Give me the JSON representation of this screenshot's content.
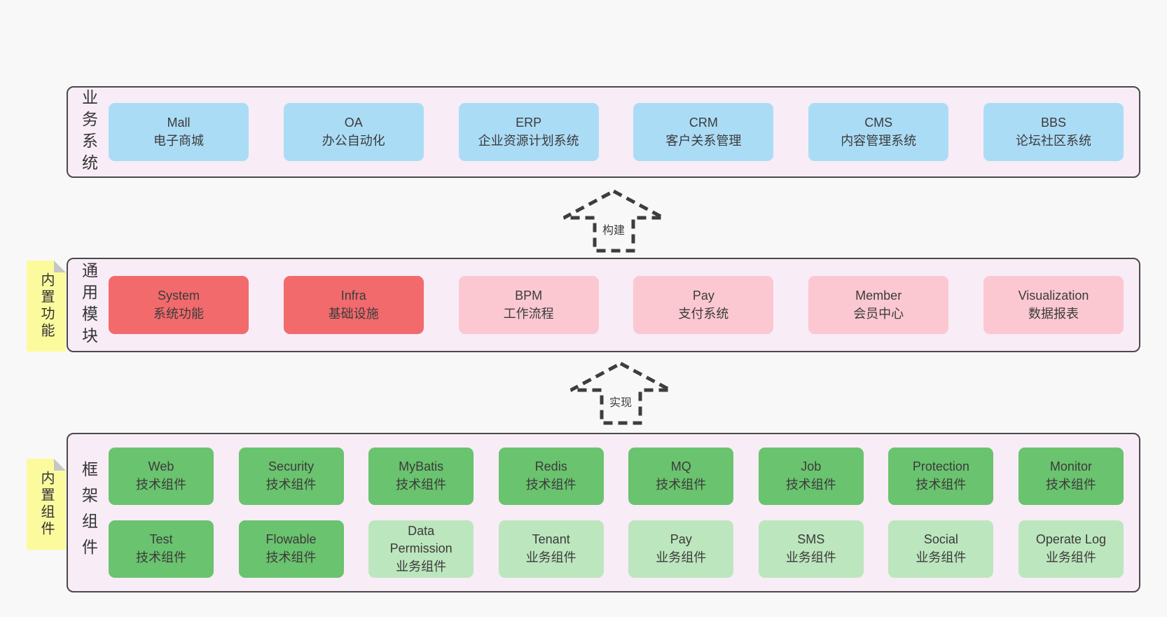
{
  "palette": {
    "page_bg": "#f8f8f8",
    "band_bg": "#f8ecf6",
    "band_border": "#4a4a4a",
    "blue_box": "#abdcf6",
    "red_box": "#f26a6c",
    "pink_box": "#fbc8d1",
    "green_box": "#6ac36e",
    "light_green_box": "#bce6bd",
    "sticky_yellow": "#fbfb9e",
    "sticky_fold_gray": "#c6c6c6",
    "text": "#3b3b3b",
    "arrow_dash": "#3d3d3d"
  },
  "bands": {
    "business": {
      "label": "业务系统",
      "boxes": [
        {
          "name": "Mall",
          "subtitle": "电子商城",
          "type": "blue"
        },
        {
          "name": "OA",
          "subtitle": "办公自动化",
          "type": "blue"
        },
        {
          "name": "ERP",
          "subtitle": "企业资源计划系统",
          "type": "blue"
        },
        {
          "name": "CRM",
          "subtitle": "客户关系管理",
          "type": "blue"
        },
        {
          "name": "CMS",
          "subtitle": "内容管理系统",
          "type": "blue"
        },
        {
          "name": "BBS",
          "subtitle": "论坛社区系统",
          "type": "blue"
        }
      ]
    },
    "modules": {
      "label": "通用模块",
      "sticky": "内置功能",
      "boxes": [
        {
          "name": "System",
          "subtitle": "系统功能",
          "type": "red"
        },
        {
          "name": "Infra",
          "subtitle": "基础设施",
          "type": "red"
        },
        {
          "name": "BPM",
          "subtitle": "工作流程",
          "type": "pink"
        },
        {
          "name": "Pay",
          "subtitle": "支付系统",
          "type": "pink"
        },
        {
          "name": "Member",
          "subtitle": "会员中心",
          "type": "pink"
        },
        {
          "name": "Visualization",
          "subtitle": "数据报表",
          "type": "pink"
        }
      ]
    },
    "components": {
      "label": "框架组件",
      "sticky": "内置组件",
      "rows": {
        "row1": [
          {
            "name": "Web",
            "subtitle": "技术组件",
            "type": "green"
          },
          {
            "name": "Security",
            "subtitle": "技术组件",
            "type": "green"
          },
          {
            "name": "MyBatis",
            "subtitle": "技术组件",
            "type": "green"
          },
          {
            "name": "Redis",
            "subtitle": "技术组件",
            "type": "green"
          },
          {
            "name": "MQ",
            "subtitle": "技术组件",
            "type": "green"
          },
          {
            "name": "Job",
            "subtitle": "技术组件",
            "type": "green"
          },
          {
            "name": "Protection",
            "subtitle": "技术组件",
            "type": "green"
          },
          {
            "name": "Monitor",
            "subtitle": "技术组件",
            "type": "green"
          }
        ],
        "row2": [
          {
            "name": "Test",
            "subtitle": "技术组件",
            "type": "green"
          },
          {
            "name": "Flowable",
            "subtitle": "技术组件",
            "type": "green"
          },
          {
            "name": "Data Permission",
            "subtitle": "业务组件",
            "type": "green-light"
          },
          {
            "name": "Tenant",
            "subtitle": "业务组件",
            "type": "green-light"
          },
          {
            "name": "Pay",
            "subtitle": "业务组件",
            "type": "green-light"
          },
          {
            "name": "SMS",
            "subtitle": "业务组件",
            "type": "green-light"
          },
          {
            "name": "Social",
            "subtitle": "业务组件",
            "type": "green-light"
          },
          {
            "name": "Operate Log",
            "subtitle": "业务组件",
            "type": "green-light"
          }
        ]
      }
    }
  },
  "arrows": {
    "build": {
      "label": "构建"
    },
    "implement": {
      "label": "实现"
    }
  }
}
